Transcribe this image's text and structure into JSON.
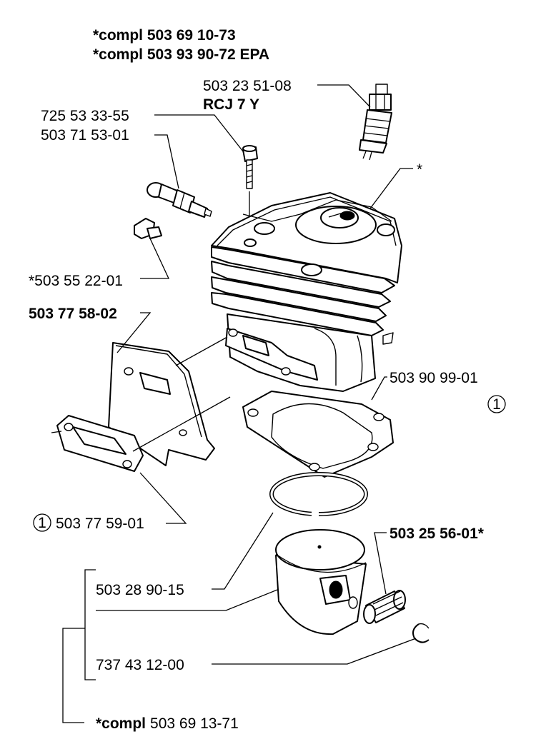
{
  "header": {
    "line1": "*compl 503 69 10-73",
    "line2": "*compl 503 93 90-72 EPA"
  },
  "callouts": {
    "spark_plug_number": "503 23 51-08",
    "spark_plug_type": "RCJ 7 Y",
    "screw_number": "725 53 33-55",
    "decomp_valve_number": "503 71 53-01",
    "plug_number": "*503 55 22-01",
    "cylinder_marker": "*",
    "heat_shield_number": "503 77 58-02",
    "base_gasket_number": "503 90 99-01",
    "base_gasket_ref": "1",
    "exhaust_gasket_ref": "1",
    "exhaust_gasket_number": "503 77 59-01",
    "needle_bearing_number": "503 25 56-01*",
    "piston_ring_number": "503 28 90-15",
    "circlip_number": "737 43 12-00",
    "piston_kit_prefix": "*compl",
    "piston_kit_number": "503 69 13-71"
  }
}
